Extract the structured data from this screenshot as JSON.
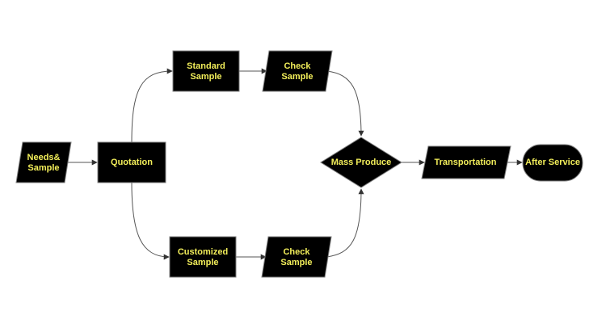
{
  "diagram": {
    "type": "flowchart",
    "colors": {
      "node_fill": "#000000",
      "node_text": "#f2ee5a",
      "connector": "#555555",
      "background": "#ffffff"
    },
    "nodes": {
      "needs_sample": {
        "shape": "parallelogram",
        "lines": [
          "Needs&",
          "Sample"
        ]
      },
      "quotation": {
        "shape": "rectangle",
        "lines": [
          "Quotation"
        ]
      },
      "standard_sample": {
        "shape": "rectangle",
        "lines": [
          "Standard",
          "Sample"
        ]
      },
      "check_sample_top": {
        "shape": "parallelogram",
        "lines": [
          "Check",
          "Sample"
        ]
      },
      "customized_sample": {
        "shape": "rectangle",
        "lines": [
          "Customized",
          "Sample"
        ]
      },
      "check_sample_bottom": {
        "shape": "parallelogram",
        "lines": [
          "Check",
          "Sample"
        ]
      },
      "mass_produce": {
        "shape": "diamond",
        "lines": [
          "Mass Produce"
        ]
      },
      "transportation": {
        "shape": "parallelogram",
        "lines": [
          "Transportation"
        ]
      },
      "after_service": {
        "shape": "terminator",
        "lines": [
          "After Service"
        ]
      }
    },
    "edges": [
      {
        "from": "needs_sample",
        "to": "quotation"
      },
      {
        "from": "quotation",
        "to": "standard_sample"
      },
      {
        "from": "quotation",
        "to": "customized_sample"
      },
      {
        "from": "standard_sample",
        "to": "check_sample_top"
      },
      {
        "from": "customized_sample",
        "to": "check_sample_bottom"
      },
      {
        "from": "check_sample_top",
        "to": "mass_produce"
      },
      {
        "from": "check_sample_bottom",
        "to": "mass_produce"
      },
      {
        "from": "mass_produce",
        "to": "transportation"
      },
      {
        "from": "transportation",
        "to": "after_service"
      }
    ]
  }
}
